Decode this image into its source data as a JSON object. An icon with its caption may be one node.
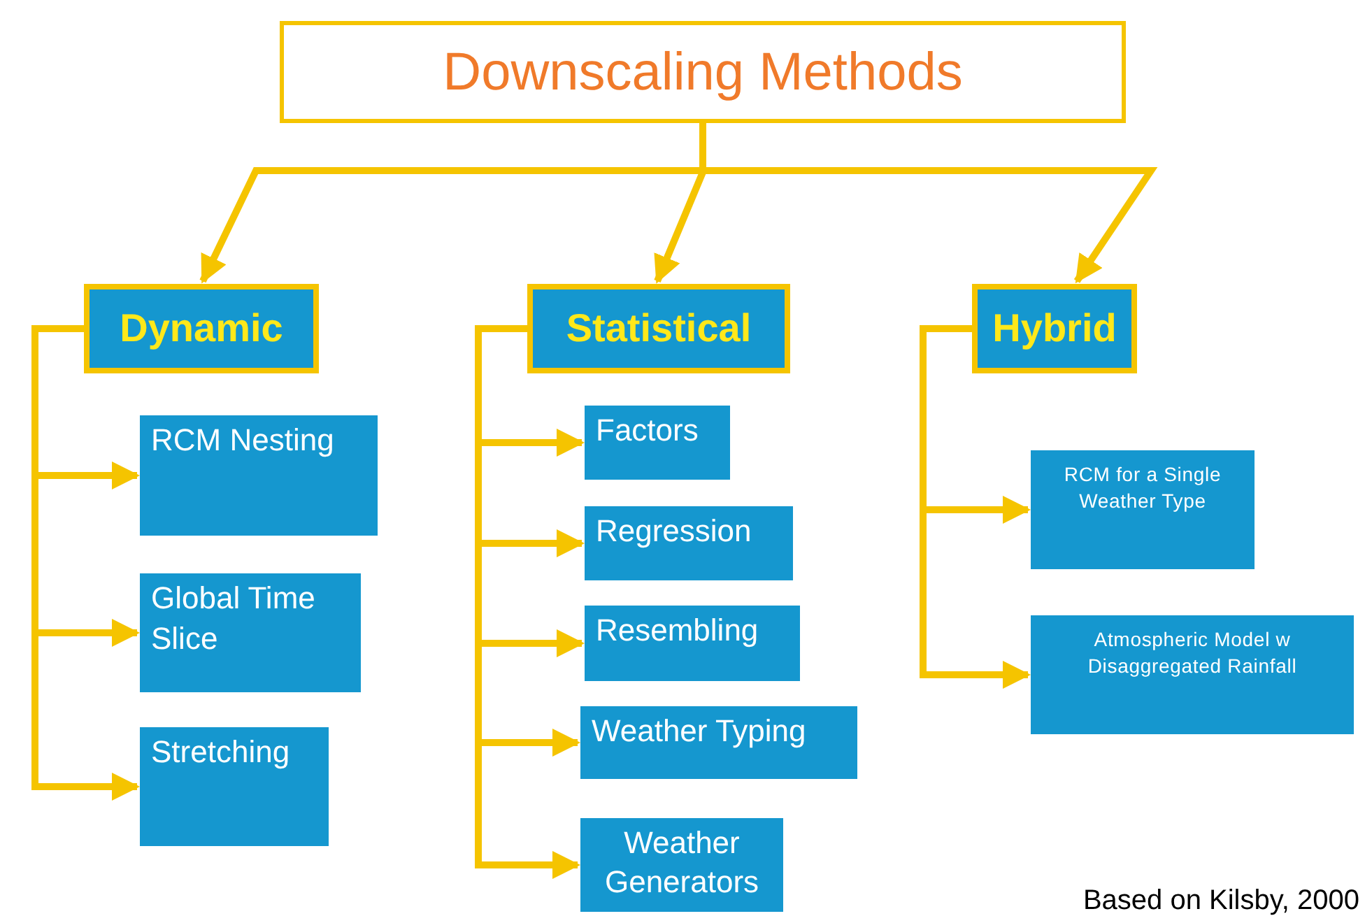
{
  "diagram": {
    "nodes": [
      {
        "text": [
          "Downscaling Methods"
        ]
      },
      {
        "text": [
          "Dynamic"
        ]
      },
      {
        "text": [
          "Statistical"
        ]
      },
      {
        "text": [
          "Hybrid"
        ]
      },
      {
        "text": [
          "RCM Nesting"
        ]
      },
      {
        "text": [
          "Global Time Slice"
        ]
      },
      {
        "text": [
          "Stretching"
        ]
      },
      {
        "text": [
          "Factors"
        ]
      },
      {
        "text": [
          "Regression"
        ]
      },
      {
        "text": [
          "Resembling"
        ]
      },
      {
        "text": [
          "Weather Typing"
        ]
      },
      {
        "text": [
          "Weather Generators"
        ]
      },
      {
        "text": [
          "RCM for a Single Weather Type"
        ]
      },
      {
        "text": [
          "Atmospheric Model w Disaggregated Rainfall"
        ]
      }
    ],
    "edges": [
      {
        "from": 0,
        "to": 1,
        "arrow": "to"
      },
      {
        "from": 0,
        "to": 2,
        "arrow": "to"
      },
      {
        "from": 0,
        "to": 3,
        "arrow": "to"
      },
      {
        "from": 1,
        "to": 4,
        "arrow": "to"
      },
      {
        "from": 1,
        "to": 5,
        "arrow": "to"
      },
      {
        "from": 1,
        "to": 6,
        "arrow": "to"
      },
      {
        "from": 2,
        "to": 7,
        "arrow": "to"
      },
      {
        "from": 2,
        "to": 8,
        "arrow": "to"
      },
      {
        "from": 2,
        "to": 9,
        "arrow": "to"
      },
      {
        "from": 2,
        "to": 10,
        "arrow": "to"
      },
      {
        "from": 2,
        "to": 11,
        "arrow": "to"
      },
      {
        "from": 3,
        "to": 12,
        "arrow": "to"
      },
      {
        "from": 3,
        "to": 13,
        "arrow": "to"
      }
    ],
    "labels": [
      "Based on Kilsby, 2000"
    ]
  }
}
